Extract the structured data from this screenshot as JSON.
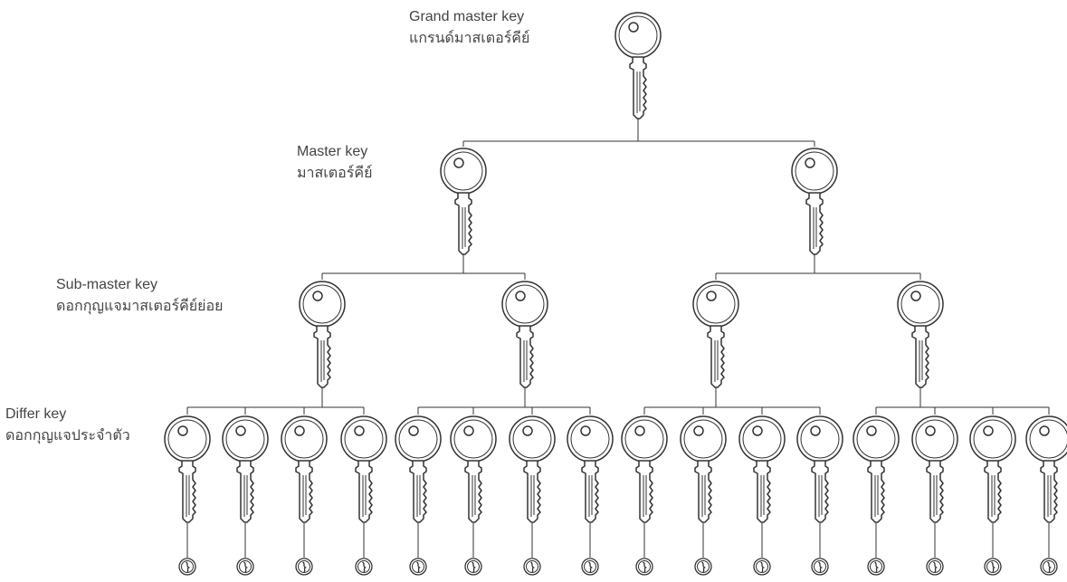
{
  "levels": [
    {
      "key": "grand",
      "title": "Grand master key",
      "thai": "แกรนด์มาสเตอร์คีย์"
    },
    {
      "key": "master",
      "title": "Master key",
      "thai": "มาสเตอร์คีย์"
    },
    {
      "key": "sub",
      "title": "Sub-master key",
      "thai": "ดอกกุญแจมาสเตอร์คีย์ย่อย"
    },
    {
      "key": "differ",
      "title": "Differ key",
      "thai": "ดอกกุญแจประจำตัว"
    }
  ],
  "hierarchy": {
    "grand_master_keys": 1,
    "master_keys": 2,
    "sub_master_keys": 4,
    "differ_keys": 16,
    "cylinders": 16
  },
  "colors": {
    "line": "#333333",
    "label": "#444444"
  }
}
